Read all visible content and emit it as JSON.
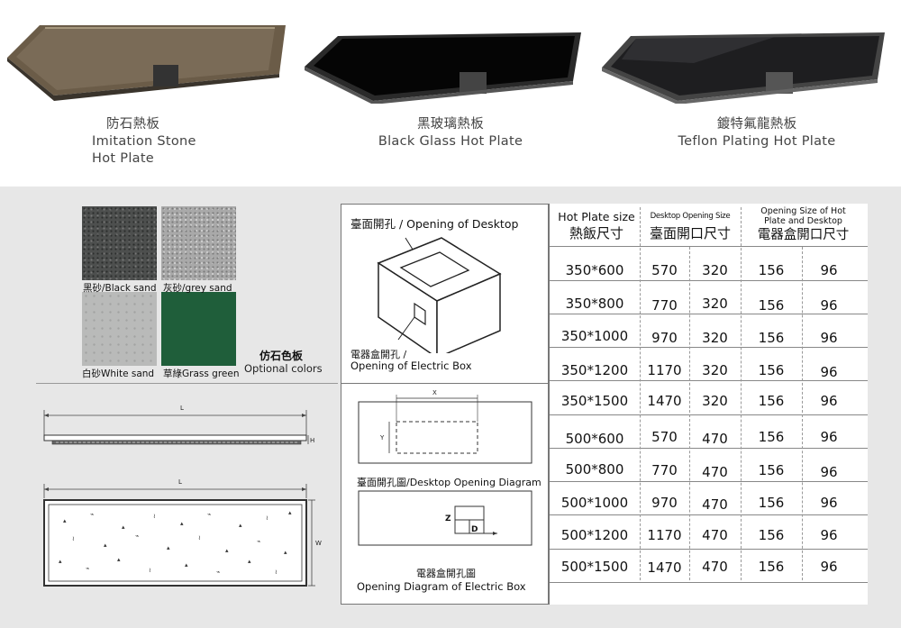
{
  "products": [
    {
      "name_zh": "防石熱板",
      "name_en_1": "Imitation Stone",
      "name_en_2": "Hot Plate",
      "color": "#7a6b57"
    },
    {
      "name_zh": "黑玻璃熱板",
      "name_en_1": "Black Glass Hot Plate",
      "color": "#050505"
    },
    {
      "name_zh": "鍍特氟龍熱板",
      "name_en_1": "Teflon Plating Hot Plate",
      "color": "#1e1e20"
    }
  ],
  "colors": {
    "title_zh": "仿石色板",
    "title_en": "Optional colors",
    "swatches": [
      {
        "label": "黑砂/Black sand",
        "color": "#4d4f4e"
      },
      {
        "label": "灰砂/grey sand",
        "color": "#a9a9a9"
      },
      {
        "label": "白砂White sand",
        "color": "#b9bab9"
      },
      {
        "label": "草綠Grass green",
        "color": "#1f5e3a"
      }
    ]
  },
  "drawings": {
    "side_L": "L",
    "side_H": "H",
    "top_L": "L",
    "top_W": "W"
  },
  "diagrams": {
    "desktop_label": "臺面開孔 / Opening of Desktop",
    "ebox_label_1": "電器盒開孔 /",
    "ebox_label_2": "Opening of Electric Box",
    "x_label": "X",
    "y_label": "Y",
    "desktop_diagram_caption": "臺面開孔圖/Desktop Opening Diagram",
    "z_label": "Z",
    "d_label": "D",
    "ebox_diagram_caption_1": "電器盒開孔圖",
    "ebox_diagram_caption_2": "Opening Diagram of Electric Box"
  },
  "table": {
    "headers": {
      "size_en": "Hot Plate size",
      "size_zh": "熱飯尺寸",
      "desk_en": "Desktop Opening Size",
      "desk_zh": "臺面開口尺寸",
      "box_en_1": "Opening Size of Hot",
      "box_en_2": "Plate and Desktop",
      "box_zh": "電器盒開口尺寸"
    },
    "rows": [
      [
        "350*600",
        "570",
        "320",
        "156",
        "96"
      ],
      [
        "350*800",
        "770",
        "320",
        "156",
        "96"
      ],
      [
        "350*1000",
        "970",
        "320",
        "156",
        "96"
      ],
      [
        "350*1200",
        "1170",
        "320",
        "156",
        "96"
      ],
      [
        "350*1500",
        "1470",
        "320",
        "156",
        "96"
      ],
      [
        "500*600",
        "570",
        "470",
        "156",
        "96"
      ],
      [
        "500*800",
        "770",
        "470",
        "156",
        "96"
      ],
      [
        "500*1000",
        "970",
        "470",
        "156",
        "96"
      ],
      [
        "500*1200",
        "1170",
        "470",
        "156",
        "96"
      ],
      [
        "500*1500",
        "1470",
        "470",
        "156",
        "96"
      ]
    ]
  }
}
